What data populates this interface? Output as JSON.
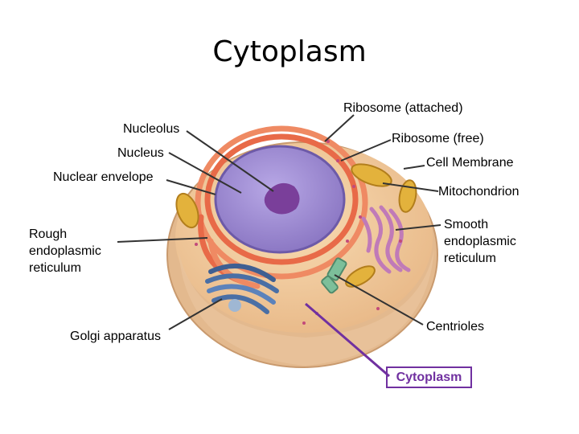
{
  "title": "Cytoplasm",
  "labels": {
    "ribosome_attached": "Ribosome (attached)",
    "nucleolus": "Nucleolus",
    "ribosome_free": "Ribosome (free)",
    "nucleus": "Nucleus",
    "cell_membrane": "Cell Membrane",
    "nuclear_envelope": "Nuclear envelope",
    "mitochondrion": "Mitochondrion",
    "rough_er": "Rough\nendoplasmic\nreticulum",
    "smooth_er": "Smooth\nendoplasmic\nreticulum",
    "golgi": "Golgi apparatus",
    "centrioles": "Centrioles",
    "cytoplasm_highlight": "Cytoplasm"
  },
  "colors": {
    "highlight": "#7030a0",
    "leader_line": "#333333",
    "cell_cytoplasm": "#f3cf9e",
    "nucleus": "#9a88cf",
    "nucleolus": "#7a3f9a",
    "rough_er": "#e9714e",
    "golgi": "#4a6fa5",
    "smooth_er": "#c07ab8",
    "mitochondrion": "#e3b23c"
  }
}
